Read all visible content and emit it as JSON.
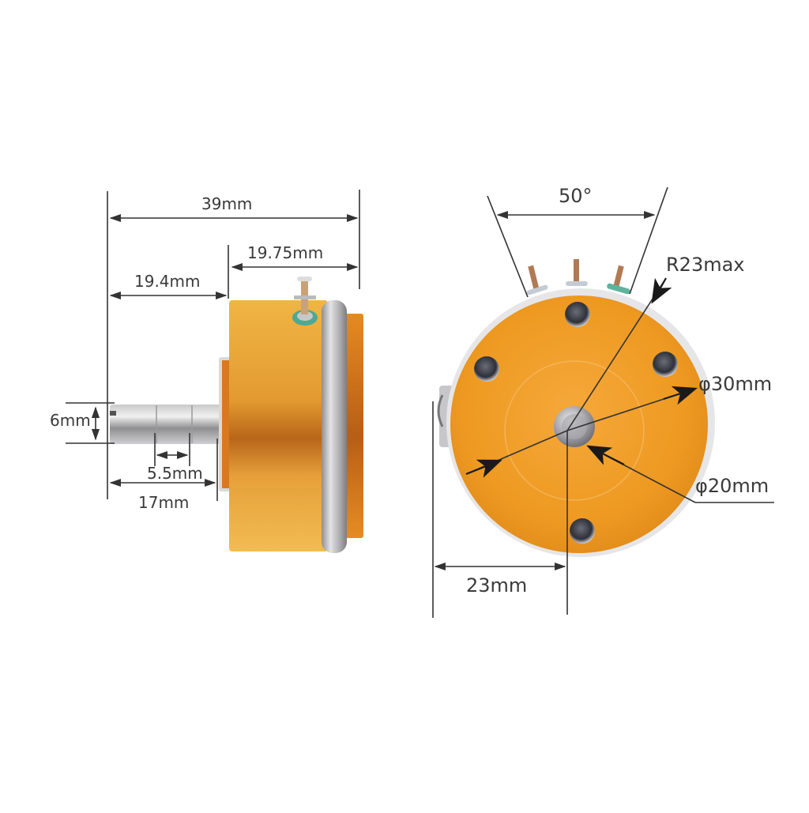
{
  "side_view": {
    "overall_length": "39mm",
    "shaft_side_length": "19.4mm",
    "body_length": "19.75mm",
    "shaft_diameter": "6mm",
    "flat_length": "5.5mm",
    "shaft_length": "17mm"
  },
  "front_view": {
    "terminal_angle": "50°",
    "max_radius": "R23max",
    "outer_diameter": "φ30mm",
    "inner_diameter": "φ20mm",
    "center_offset": "23mm"
  },
  "colors": {
    "body_orange": "#e8961e",
    "body_light": "#f2b640",
    "body_dark": "#b8661a",
    "steel": "#b9b9bb",
    "dim_line": "#3a3a3a",
    "background": "#ffffff"
  }
}
